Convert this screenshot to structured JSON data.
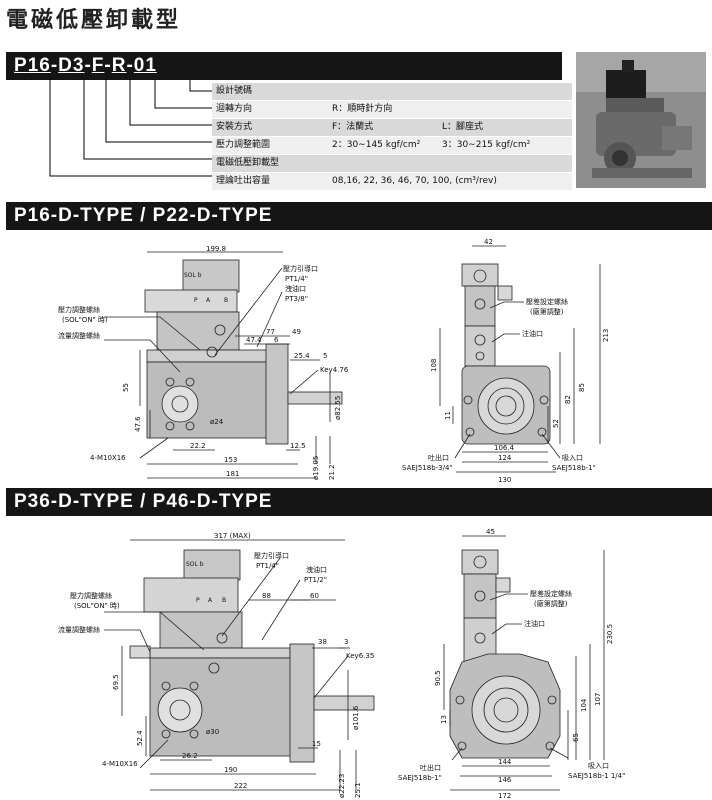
{
  "title": "電磁低壓卸載型",
  "code": {
    "p1": "P",
    "p2": "16",
    "sep1": "-",
    "p3": "D",
    "p4": "3",
    "sep2": "-",
    "p5": "F",
    "sep3": "-",
    "p6": "R",
    "sep4": "-",
    "p7": "01"
  },
  "table": {
    "rows": [
      {
        "label": "設計號碼",
        "v1": "",
        "v2": ""
      },
      {
        "label": "迴轉方向",
        "v1": "R：順時針方向",
        "v2": ""
      },
      {
        "label": "安裝方式",
        "v1": "F：法蘭式",
        "v2": "L：腳座式"
      },
      {
        "label": "壓力調整範圍",
        "v1": "2：30∼145 kgf/cm²",
        "v2": "3：30∼215 kgf/cm²"
      },
      {
        "label": "電磁低壓卸載型",
        "v1": "",
        "v2": ""
      },
      {
        "label": "理論吐出容量",
        "v12": "08,16, 22, 36, 46, 70, 100, (cm³/rev)"
      }
    ]
  },
  "sections": {
    "s1": "P16-D-TYPE / P22-D-TYPE",
    "s2": "P36-D-TYPE / P46-D-TYPE"
  },
  "d1": {
    "labels": {
      "press_port": "壓力引導口",
      "pt14": "PT1/4\"",
      "drain": "洩油口",
      "pt38": "PT3/8\"",
      "press_adj": "壓力調整螺絲",
      "sol_on": "(SOL\"ON\" 時)",
      "flow_adj": "流量調整螺絲",
      "bolt": "4-M10X16",
      "key": "Key4.76",
      "sol": "SOL b",
      "p": "P",
      "a": "A",
      "b": "B",
      "dia24": "ø24",
      "dia82": "ø82.55",
      "dia19": "ø19.05",
      "dim21": "21.2",
      "set_screw": "壓差設定螺絲",
      "factory": "(廠第調整)",
      "fill": "注油口",
      "outlet": "吐出口",
      "inlet": "吸入口",
      "sae_out": "SAEJ518b-3/4\"",
      "sae_in": "SAEJ518b-1\""
    },
    "dims": {
      "d199": "199.8",
      "d77": "77",
      "d49": "49",
      "d474": "47.4",
      "d6": "6",
      "d254": "25.4",
      "d5": "5",
      "d55": "55",
      "d476": "47.6",
      "d222": "22.2",
      "d125": "12.5",
      "d153": "153",
      "d181": "181",
      "d42": "42",
      "d213": "213",
      "d108": "108",
      "d11": "11",
      "d85": "85",
      "d82": "82",
      "d52": "52",
      "d1064": "106.4",
      "d124": "124",
      "d130": "130"
    }
  },
  "d2": {
    "labels": {
      "press_port": "壓力引導口",
      "pt14": "PT1/4\"",
      "drain": "洩油口",
      "pt12": "PT1/2\"",
      "press_adj": "壓力調整螺絲",
      "sol_on": "(SOL\"ON\" 時)",
      "flow_adj": "流量調整螺絲",
      "bolt": "4-M10X16",
      "key": "Key6.35",
      "sol": "SOL b",
      "p": "P",
      "a": "A",
      "b": "B",
      "dia30": "ø30",
      "dia101": "ø101.6",
      "dia22": "ø22.23",
      "dim25": "25.1",
      "set_screw": "壓差設定螺絲",
      "factory": "(廠第調整)",
      "fill": "注油口",
      "outlet": "吐出口",
      "inlet": "吸入口",
      "sae_out": "SAEJ518b-1\"",
      "sae_in": "SAEJ518b-1 1/4\""
    },
    "dims": {
      "d317": "317 (MAX)",
      "d88": "88",
      "d60": "60",
      "d38": "38",
      "d3": "3",
      "d695": "69.5",
      "d524": "52.4",
      "d262": "26.2",
      "d15": "15",
      "d190": "190",
      "d222": "222",
      "d45": "45",
      "d2305": "230.5",
      "d905": "90.5",
      "d13": "13",
      "d104": "104",
      "d107": "107",
      "d65": "65",
      "d144": "144",
      "d146": "146",
      "d172": "172"
    }
  }
}
